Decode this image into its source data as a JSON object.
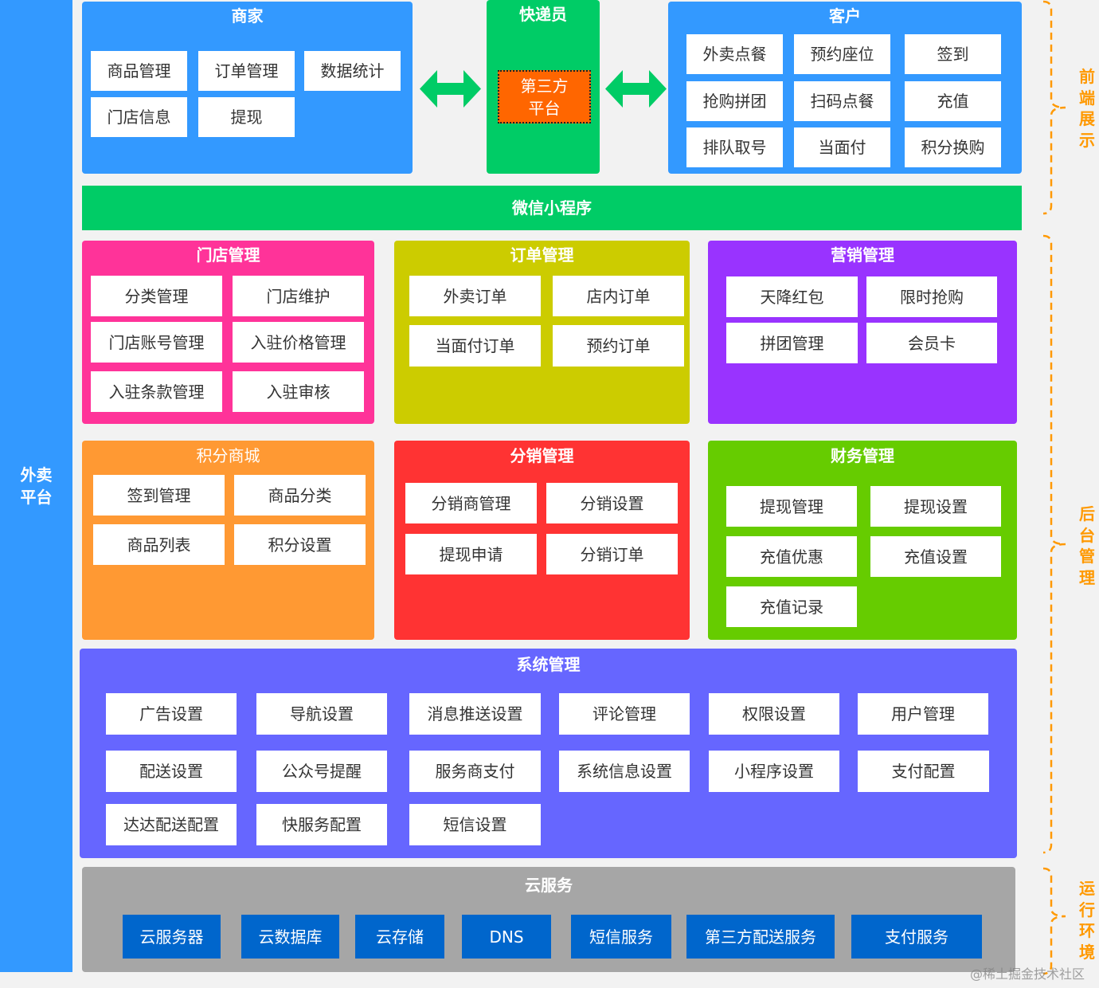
{
  "platform": {
    "label_lines": [
      "外卖",
      "平台"
    ]
  },
  "merchant": {
    "title": "商家",
    "items": [
      "商品管理",
      "订单管理",
      "数据统计",
      "门店信息",
      "提现"
    ]
  },
  "courier": {
    "title": "快递员",
    "third_party_lines": [
      "第三方",
      "平台"
    ]
  },
  "customer": {
    "title": "客户",
    "items": [
      "外卖点餐",
      "预约座位",
      "签到",
      "抢购拼团",
      "扫码点餐",
      "充值",
      "排队取号",
      "当面付",
      "积分换购"
    ]
  },
  "mini_program": {
    "title": "微信小程序"
  },
  "store_management": {
    "title": "门店管理",
    "items": [
      "分类管理",
      "门店维护",
      "门店账号管理",
      "入驻价格管理",
      "入驻条款管理",
      "入驻审核"
    ]
  },
  "order_management": {
    "title": "订单管理",
    "items": [
      "外卖订单",
      "店内订单",
      "当面付订单",
      "预约订单"
    ]
  },
  "marketing_management": {
    "title": "营销管理",
    "items": [
      "天降红包",
      "限时抢购",
      "拼团管理",
      "会员卡"
    ]
  },
  "points_mall": {
    "title": "积分商城",
    "items": [
      "签到管理",
      "商品分类",
      "商品列表",
      "积分设置"
    ]
  },
  "distribution_management": {
    "title": "分销管理",
    "items": [
      "分销商管理",
      "分销设置",
      "提现申请",
      "分销订单"
    ]
  },
  "finance_management": {
    "title": "财务管理",
    "items": [
      "提现管理",
      "提现设置",
      "充值优惠",
      "充值设置",
      "充值记录"
    ]
  },
  "system_management": {
    "title": "系统管理",
    "items": [
      "广告设置",
      "导航设置",
      "消息推送设置",
      "评论管理",
      "权限设置",
      "用户管理",
      "配送设置",
      "公众号提醒",
      "服务商支付",
      "系统信息设置",
      "小程序设置",
      "支付配置",
      "达达配送配置",
      "快服务配置",
      "短信设置"
    ]
  },
  "cloud_services": {
    "title": "云服务",
    "items": [
      "云服务器",
      "云数据库",
      "云存储",
      "DNS",
      "短信服务",
      "第三方配送服务",
      "支付服务"
    ]
  },
  "layer_labels": {
    "frontend": "前端展示",
    "backend": "后台管理",
    "runtime": "运行环境"
  },
  "watermark": "@稀土掘金技术社区",
  "colors": {
    "background": "#f2f2f2",
    "platform_blue": "#3399ff",
    "mini_program_green": "#00cc66",
    "third_party_orange": "#ff6600",
    "store_pink": "#ff3399",
    "order_olive": "#cccc00",
    "marketing_purple": "#9933ff",
    "points_orange": "#ff9933",
    "distribution_red": "#ff3333",
    "finance_green": "#66cc00",
    "system_indigo": "#6666ff",
    "cloud_gray": "#a6a6a6",
    "cloud_item_blue": "#0066cc",
    "layer_label_orange": "#ff9900"
  }
}
